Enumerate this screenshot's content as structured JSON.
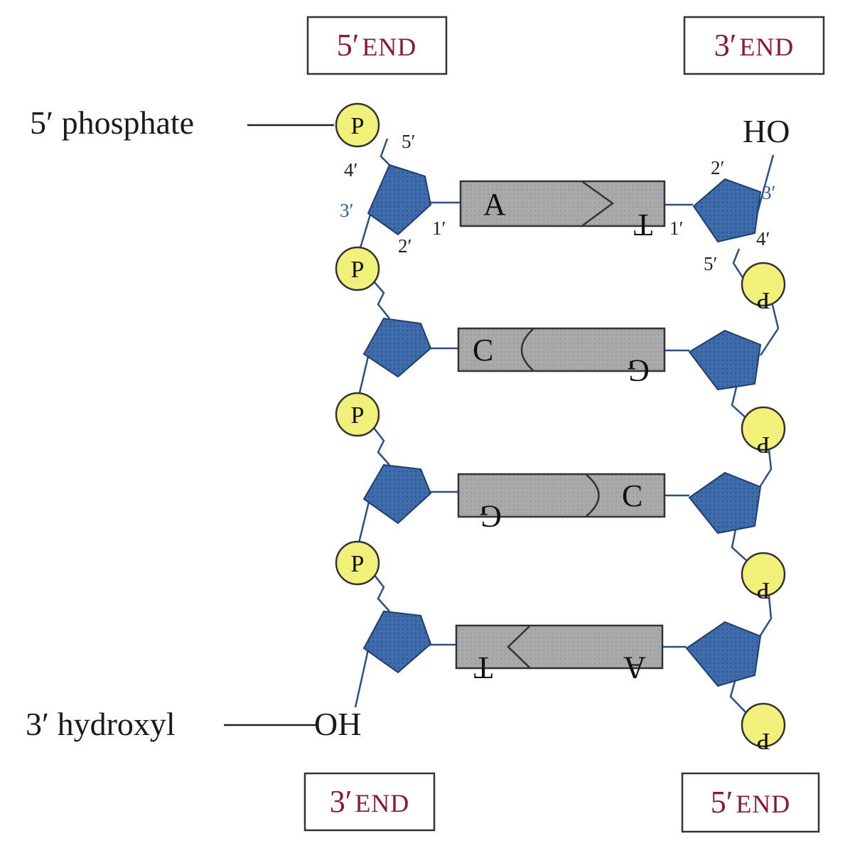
{
  "ends": {
    "top_left": {
      "prime": "5′",
      "word": "END"
    },
    "top_right": {
      "prime": "3′",
      "word": "END"
    },
    "bottom_left": {
      "prime": "3′",
      "word": "END"
    },
    "bottom_right": {
      "prime": "5′",
      "word": "END"
    }
  },
  "labels": {
    "phosphate_5": "5′ phosphate",
    "hydroxyl_3": "3′ hydroxyl",
    "ho_top_right": "HO",
    "oh_bottom_left": "OH"
  },
  "phosphate_symbol": "P",
  "carbon_numbers": {
    "left": {
      "c5": "5′",
      "c4": "4′",
      "c3": "3′",
      "c2": "2′",
      "c1": "1′"
    },
    "right": {
      "c2": "2′",
      "c3": "3′",
      "c1": "1′",
      "c4": "4′",
      "c5": "5′"
    }
  },
  "base_pairs": [
    {
      "left": "A",
      "right": "T"
    },
    {
      "left": "C",
      "right": "G"
    },
    {
      "left": "G",
      "right": "C"
    },
    {
      "left": "T",
      "right": "A"
    }
  ],
  "colors": {
    "sugar": "#3d6aa8",
    "phosphate": "#f0f07a",
    "base_box": "#a9a9a9",
    "end_text": "#8b1a2e"
  }
}
